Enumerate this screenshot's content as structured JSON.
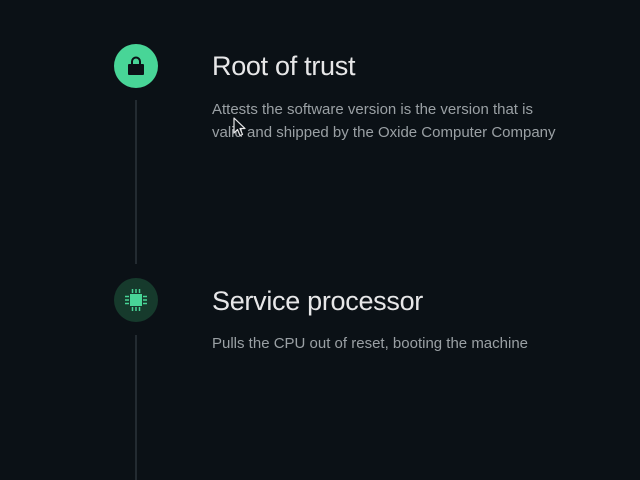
{
  "colors": {
    "background": "#0b1116",
    "accent": "#48d597",
    "accent_muted": "#163a2c",
    "title": "#e7e7e8",
    "text": "#9aa0a4",
    "line": "#232b31"
  },
  "steps": [
    {
      "icon": "lock-icon",
      "title": "Root of trust",
      "description": "Attests the software version is the version that is valid and shipped by the Oxide Computer Company"
    },
    {
      "icon": "chip-icon",
      "title": "Service processor",
      "description": "Pulls the CPU out of reset, booting the machine"
    }
  ]
}
